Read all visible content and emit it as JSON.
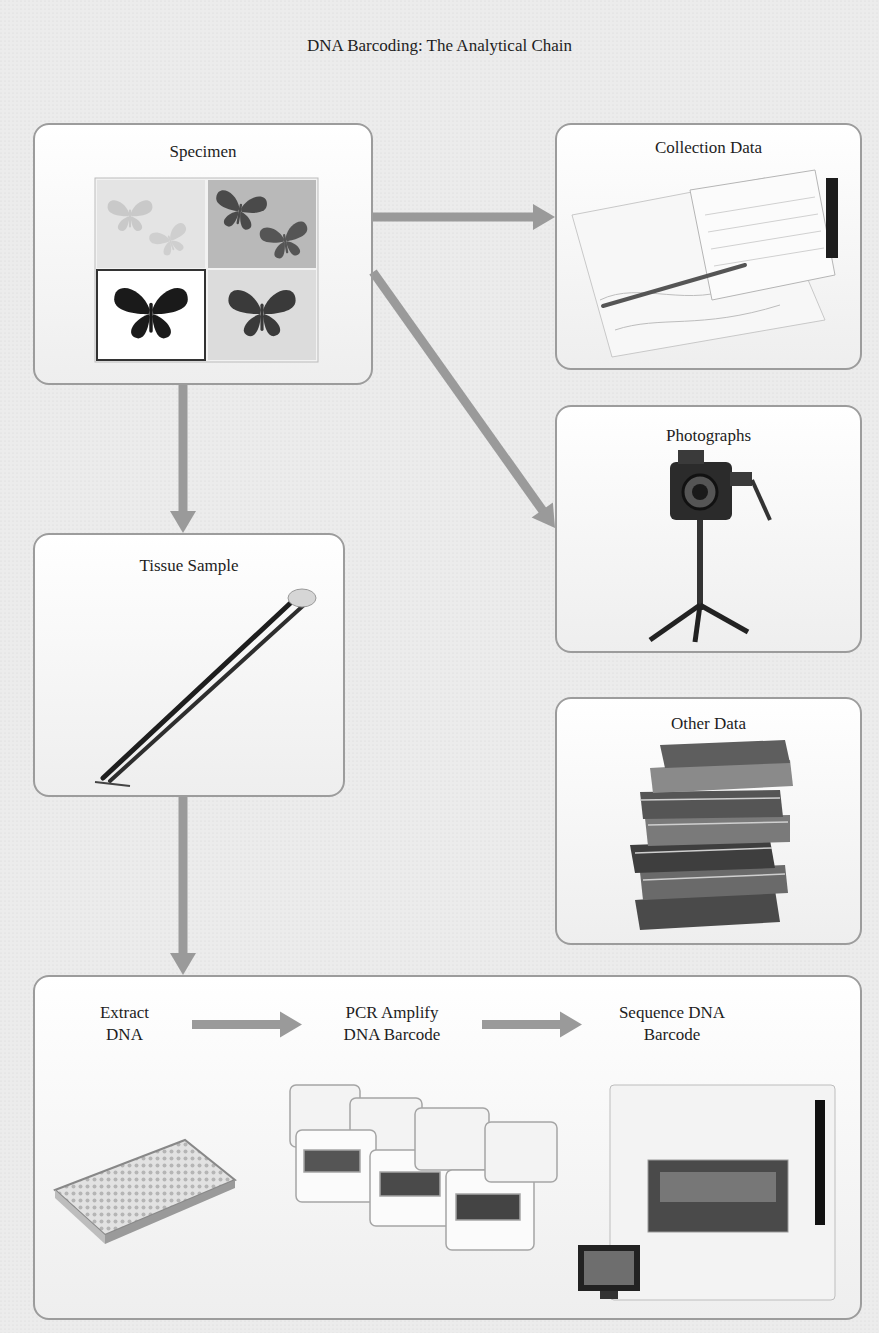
{
  "diagram": {
    "title": "DNA Barcoding: The Analytical Chain",
    "nodes": [
      {
        "text": [
          "Specimen"
        ]
      },
      {
        "text": [
          "Collection Data"
        ]
      },
      {
        "text": [
          "Photographs"
        ]
      },
      {
        "text": [
          "Tissue Sample"
        ]
      },
      {
        "text": [
          "Other Data"
        ]
      },
      {
        "text": []
      },
      {
        "text": [
          "Extract DNA"
        ],
        "in": 5
      },
      {
        "text": [
          "PCR Amplify DNA Barcode"
        ],
        "in": 5
      },
      {
        "text": [
          "Sequence DNA Barcode"
        ],
        "in": 5
      }
    ],
    "edges": [
      {
        "from": 0,
        "to": 1,
        "arrow": "to"
      },
      {
        "from": 0,
        "to": 2,
        "arrow": "to"
      },
      {
        "from": 0,
        "to": 3,
        "arrow": "to"
      },
      {
        "from": 3,
        "to": 5,
        "arrow": "to"
      },
      {
        "from": 6,
        "to": 7,
        "arrow": "to"
      },
      {
        "from": 7,
        "to": 8,
        "arrow": "to"
      }
    ]
  }
}
